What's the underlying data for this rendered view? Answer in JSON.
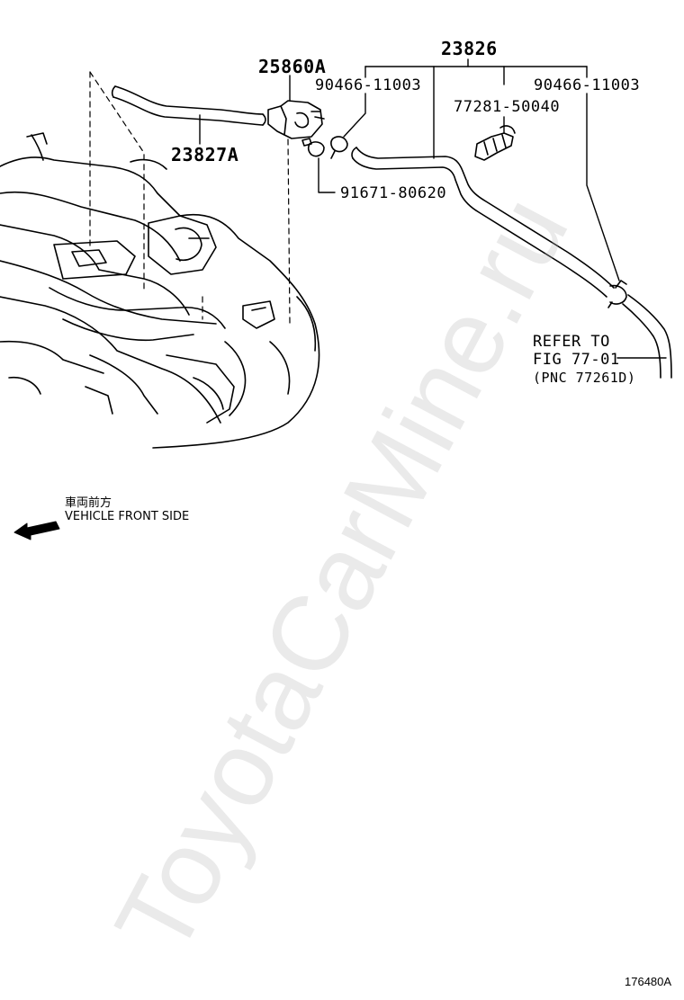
{
  "callouts": {
    "part_23826": "23826",
    "part_25860A": "25860A",
    "part_90466_left": "90466-11003",
    "part_90466_right": "90466-11003",
    "part_77281": "77281-50040",
    "part_23827A": "23827A",
    "part_91671": "91671-80620"
  },
  "reference": {
    "line1": "REFER TO",
    "line2": "FIG 77-01",
    "line3": "(PNC 77261D)"
  },
  "orientation": {
    "japanese": "車両前方",
    "english": "VEHICLE FRONT SIDE"
  },
  "figure_id": "176480A",
  "watermark": "ToyotaCarMine.ru"
}
